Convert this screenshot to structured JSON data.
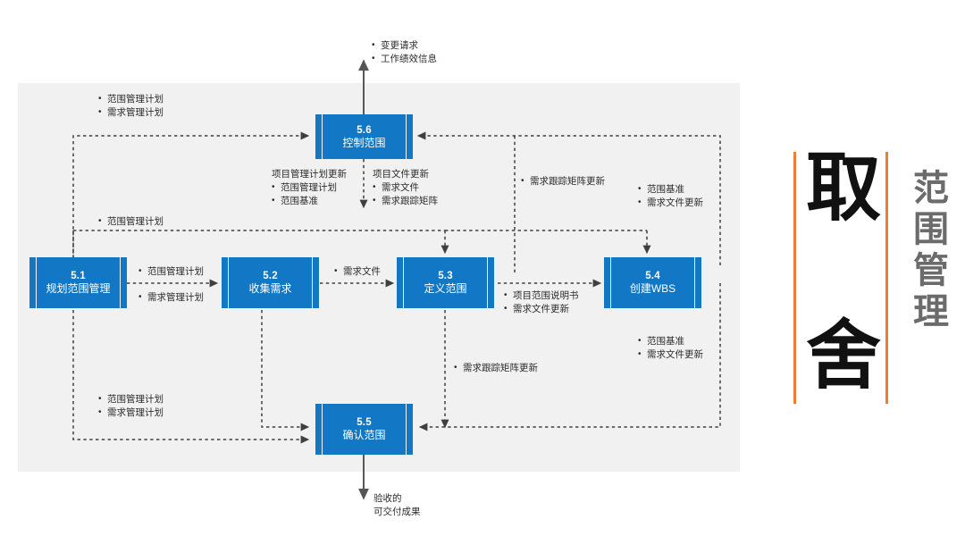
{
  "diagram": {
    "kind": "data-flow-diagram",
    "title_panel": {
      "big_chars": [
        "取",
        "舍"
      ],
      "vertical_title": [
        "范",
        "围",
        "管",
        "理"
      ],
      "accent_color": "#ed7d31",
      "big_char_color": "#111111",
      "vertical_title_color": "#6b6b6b"
    },
    "canvas": {
      "background": "#f1f1f1"
    },
    "box_fill": "#1277c4",
    "box_text_color": "#ffffff",
    "processes": [
      {
        "id": "p51",
        "number": "5.1",
        "name": "规划范围管理"
      },
      {
        "id": "p52",
        "number": "5.2",
        "name": "收集需求"
      },
      {
        "id": "p53",
        "number": "5.3",
        "name": "定义范围"
      },
      {
        "id": "p54",
        "number": "5.4",
        "name": "创建WBS"
      },
      {
        "id": "p55",
        "number": "5.5",
        "name": "确认范围"
      },
      {
        "id": "p56",
        "number": "5.6",
        "name": "控制范围"
      }
    ],
    "labels": {
      "external_out_top": [
        "变更请求",
        "工作绩效信息"
      ],
      "top_left_to_56": [
        "范围管理计划",
        "需求管理计划"
      ],
      "pmp_update": {
        "header": "项目管理计划更新",
        "items": [
          "范围管理计划",
          "范围基准"
        ]
      },
      "doc_update": {
        "header": "项目文件更新",
        "items": [
          "需求文件",
          "需求跟踪矩阵"
        ]
      },
      "rtm_update_upper": [
        "需求跟踪矩阵更新"
      ],
      "baseline_docs_upper": [
        "范围基准",
        "需求文件更新"
      ],
      "scope_mgmt_plan_mid": [
        "范围管理计划"
      ],
      "p51_to_p52": [
        "范围管理计划",
        "需求管理计划"
      ],
      "p52_to_p53": [
        "需求文件"
      ],
      "p53_to_p54": [
        "项目范围说明书",
        "需求文件更新"
      ],
      "baseline_docs_lower": [
        "范围基准",
        "需求文件更新"
      ],
      "rtm_update_lower": [
        "需求跟踪矩阵更新"
      ],
      "bottom_left_to_55": [
        "范围管理计划",
        "需求管理计划"
      ],
      "external_out_bottom": [
        "验收的",
        "可交付成果"
      ]
    }
  }
}
